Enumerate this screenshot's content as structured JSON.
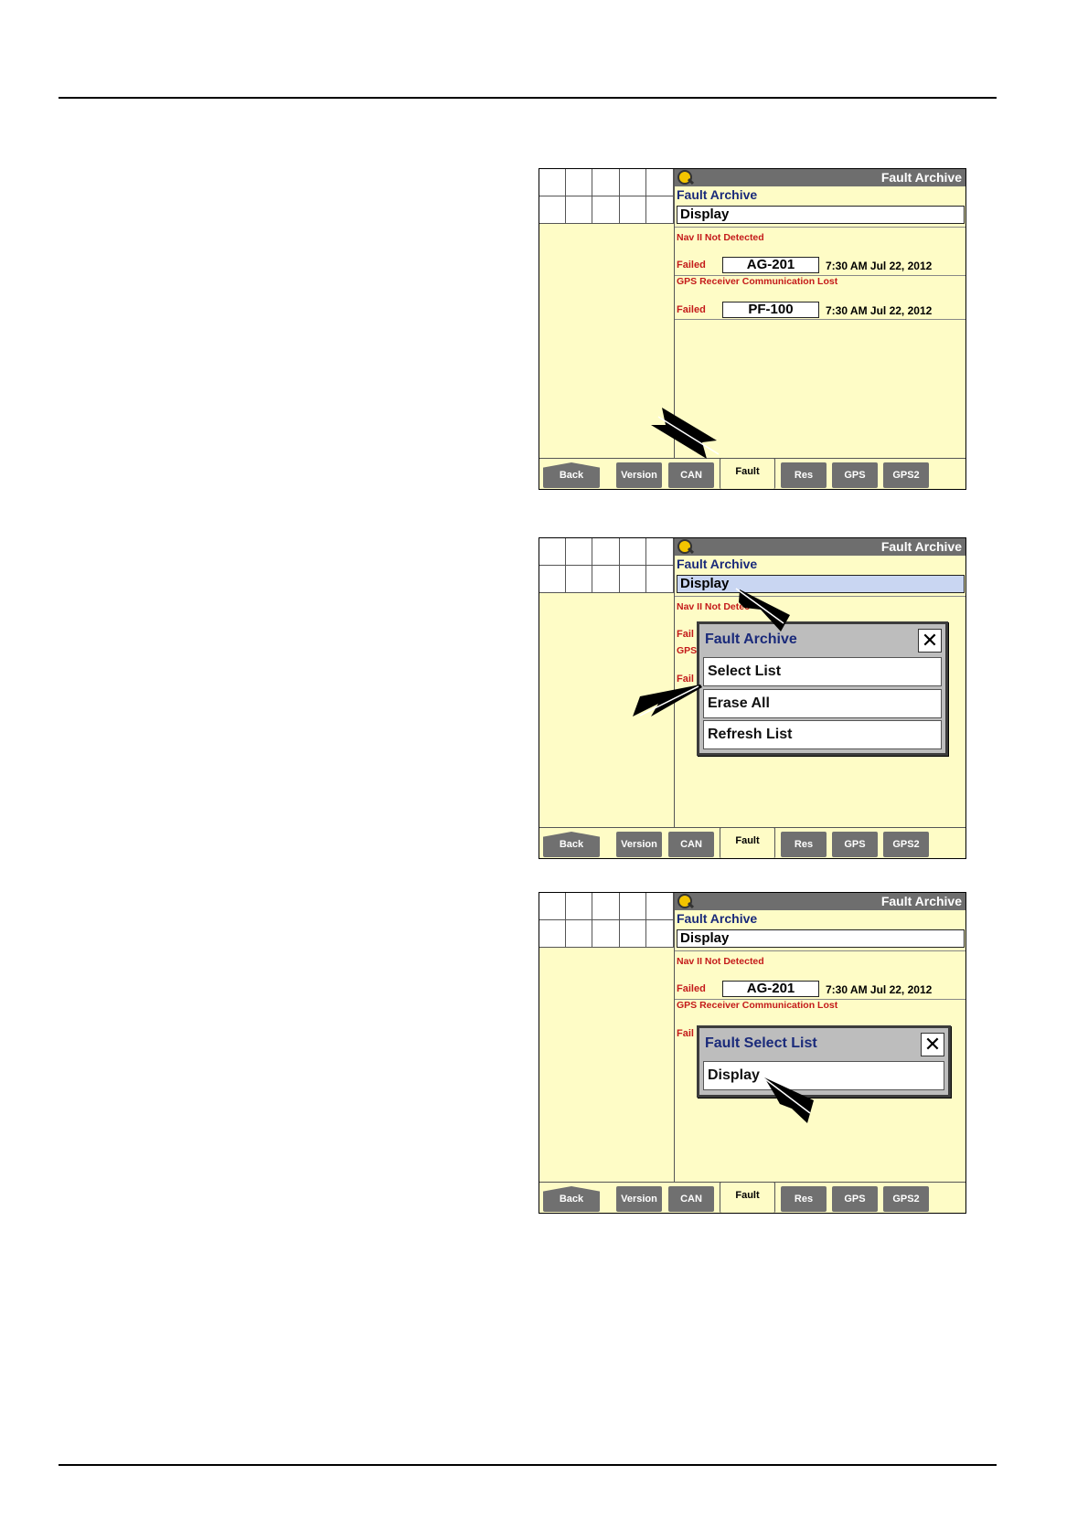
{
  "screens": [
    {
      "title": "Fault Archive",
      "subtitle": "Fault Archive",
      "display_value": "Display",
      "faults": [
        {
          "name": "Nav II Not Detected",
          "status": "Failed",
          "code": "AG-201",
          "time": "7:30 AM Jul 22, 2012"
        },
        {
          "name": "GPS Receiver Communication Lost",
          "status": "Failed",
          "code": "PF-100",
          "time": "7:30 AM Jul 22, 2012"
        }
      ],
      "tabs": [
        "Back",
        "Version",
        "CAN",
        "Fault",
        "Res",
        "GPS",
        "GPS2"
      ],
      "active_tab": "Fault"
    },
    {
      "title": "Fault Archive",
      "subtitle": "Fault Archive",
      "display_value": "Display",
      "fault_fragments": [
        "Nav II Not Detec",
        "Fail",
        "GPS",
        "Fail"
      ],
      "popup": {
        "title": "Fault Archive",
        "close": "✕",
        "items": [
          "Select List",
          "Erase All",
          "Refresh List"
        ]
      },
      "tabs": [
        "Back",
        "Version",
        "CAN",
        "Fault",
        "Res",
        "GPS",
        "GPS2"
      ]
    },
    {
      "title": "Fault Archive",
      "subtitle": "Fault Archive",
      "display_value": "Display",
      "faults": [
        {
          "name": "Nav II Not Detected",
          "status": "Failed",
          "code": "AG-201",
          "time": "7:30 AM Jul 22, 2012"
        },
        {
          "name": "GPS Receiver Communication Lost",
          "status": "Fail"
        }
      ],
      "popup": {
        "title": "Fault Select List",
        "close": "✕",
        "items": [
          "Display"
        ]
      },
      "tabs": [
        "Back",
        "Version",
        "CAN",
        "Fault",
        "Res",
        "GPS",
        "GPS2"
      ]
    }
  ]
}
